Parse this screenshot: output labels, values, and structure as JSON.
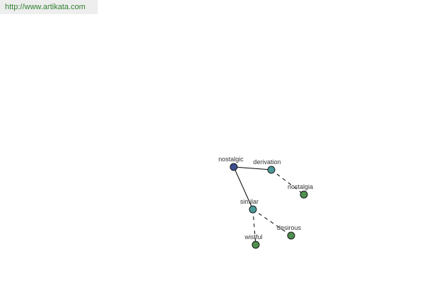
{
  "site_url": "http://www.artikata.com",
  "colors": {
    "url_text": "#2f7f2f",
    "url_bg": "#eeeeee",
    "root_node": "#3a4f8f",
    "relation_node": "#4a9a9a",
    "word_node": "#4f8f4f",
    "edge": "#000000"
  },
  "graph": {
    "nodes": [
      {
        "id": "nostalgic",
        "label": "nostalgic",
        "kind": "root"
      },
      {
        "id": "derivation",
        "label": "derivation",
        "kind": "relation"
      },
      {
        "id": "nostalgia",
        "label": "nostalgia",
        "kind": "word"
      },
      {
        "id": "similar",
        "label": "similar",
        "kind": "relation"
      },
      {
        "id": "wistful",
        "label": "wistful",
        "kind": "word"
      },
      {
        "id": "desirous",
        "label": "desirous",
        "kind": "word"
      }
    ],
    "edges": [
      {
        "from": "nostalgic",
        "to": "derivation",
        "style": "solid"
      },
      {
        "from": "nostalgic",
        "to": "similar",
        "style": "solid"
      },
      {
        "from": "derivation",
        "to": "nostalgia",
        "style": "dashed"
      },
      {
        "from": "similar",
        "to": "wistful",
        "style": "dashed"
      },
      {
        "from": "similar",
        "to": "desirous",
        "style": "dashed"
      }
    ]
  }
}
